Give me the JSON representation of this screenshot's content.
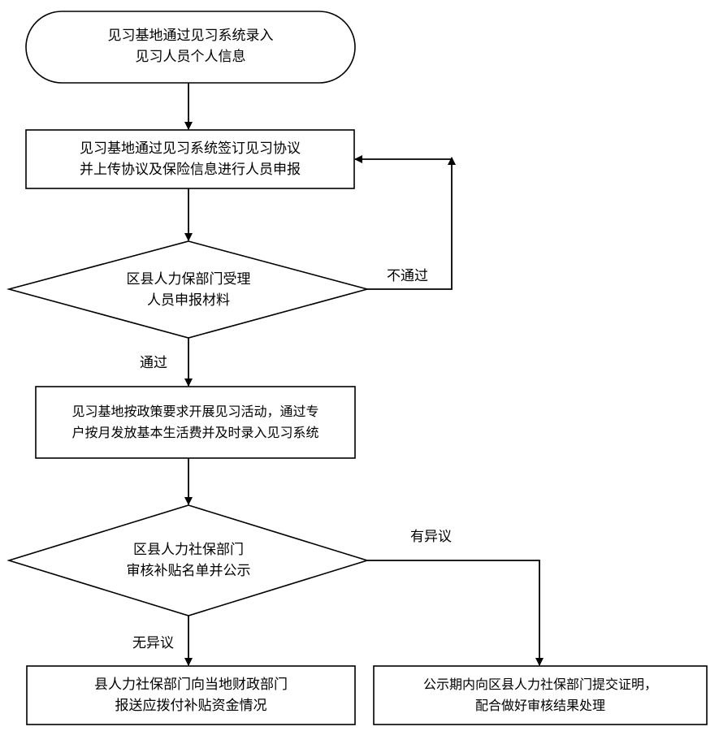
{
  "nodes": {
    "start": {
      "line1": "见习基地通过见习系统录入",
      "line2": "见习人员个人信息"
    },
    "sign": {
      "line1": "见习基地通过见习系统签订见习协议",
      "line2": "并上传协议及保险信息进行人员申报"
    },
    "review1": {
      "line1": "区县人力保部门受理",
      "line2": "人员申报材料"
    },
    "activity": {
      "line1": "见习基地按政策要求开展见习活动，通过专",
      "line2": "户按月发放基本生活费并及时录入见习系统"
    },
    "review2": {
      "line1": "区县人力社保部门",
      "line2": "审核补贴名单并公示"
    },
    "report": {
      "line1": "县人力社保部门向当地财政部门",
      "line2": "报送应拨付补贴资金情况"
    },
    "objection": {
      "line1": "公示期内向区县人力社保部门提交证明，",
      "line2": "配合做好审核结果处理"
    }
  },
  "edge_labels": {
    "fail": "不通过",
    "pass": "通过",
    "has_objection": "有异议",
    "no_objection": "无异议"
  }
}
